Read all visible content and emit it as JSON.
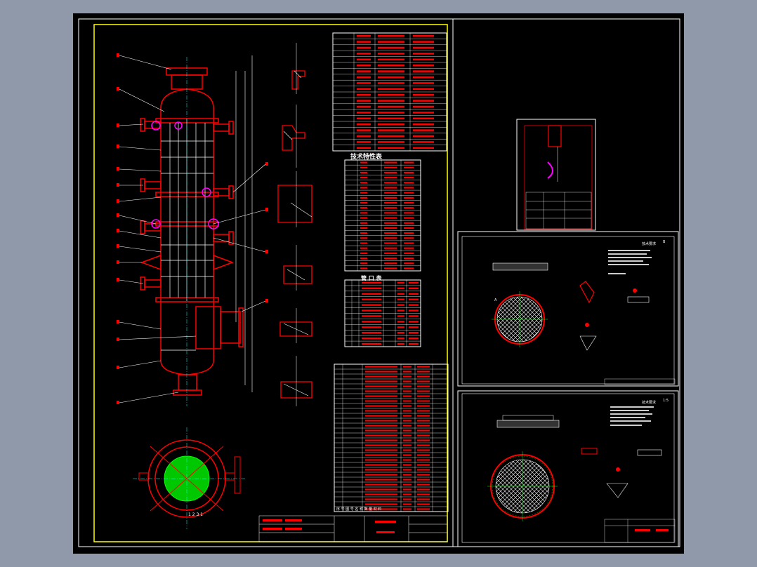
{
  "drawing": {
    "main_title_block": "1 2 3 1",
    "tech_table_title": "技术特性表",
    "nozzle_table_title": "管 口 表",
    "part_table_header": "序 号 图 号 名 称 数 量 材 料",
    "tube_sheet_scale": "1:5",
    "notes_heading": "技术要求",
    "label_a": "A",
    "label_b": "B"
  },
  "colors": {
    "background": "#000000",
    "frame": "#ffff00",
    "outline": "#ffffff",
    "vessel": "#ff0000",
    "tube_bundle": "#00ff00",
    "accent": "#ff00ff",
    "center_lines": "#00ffff"
  }
}
